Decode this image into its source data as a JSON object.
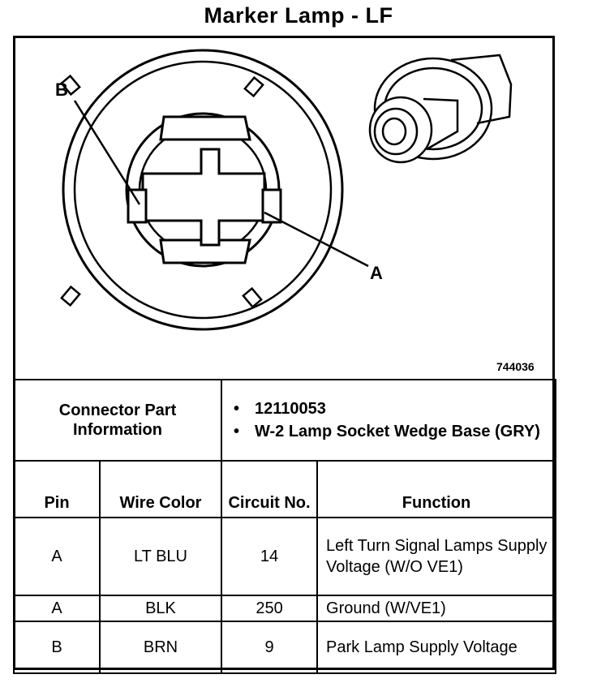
{
  "title": "Marker Lamp - LF",
  "figure_number": "744036",
  "callouts": {
    "a": "A",
    "b": "B"
  },
  "connector_info": {
    "label": "Connector Part Information",
    "items": [
      "12110053",
      "W-2 Lamp Socket Wedge Base (GRY)"
    ]
  },
  "table": {
    "headers": {
      "pin": "Pin",
      "wire_color": "Wire Color",
      "circuit": "Circuit No.",
      "function": "Function"
    },
    "rows": [
      {
        "pin": "A",
        "wire_color": "LT BLU",
        "circuit": "14",
        "function": "Left Turn Signal Lamps Supply Voltage (W/O VE1)"
      },
      {
        "pin": "A",
        "wire_color": "BLK",
        "circuit": "250",
        "function": "Ground (W/VE1)"
      },
      {
        "pin": "B",
        "wire_color": "BRN",
        "circuit": "9",
        "function": "Park Lamp Supply Voltage"
      }
    ]
  }
}
